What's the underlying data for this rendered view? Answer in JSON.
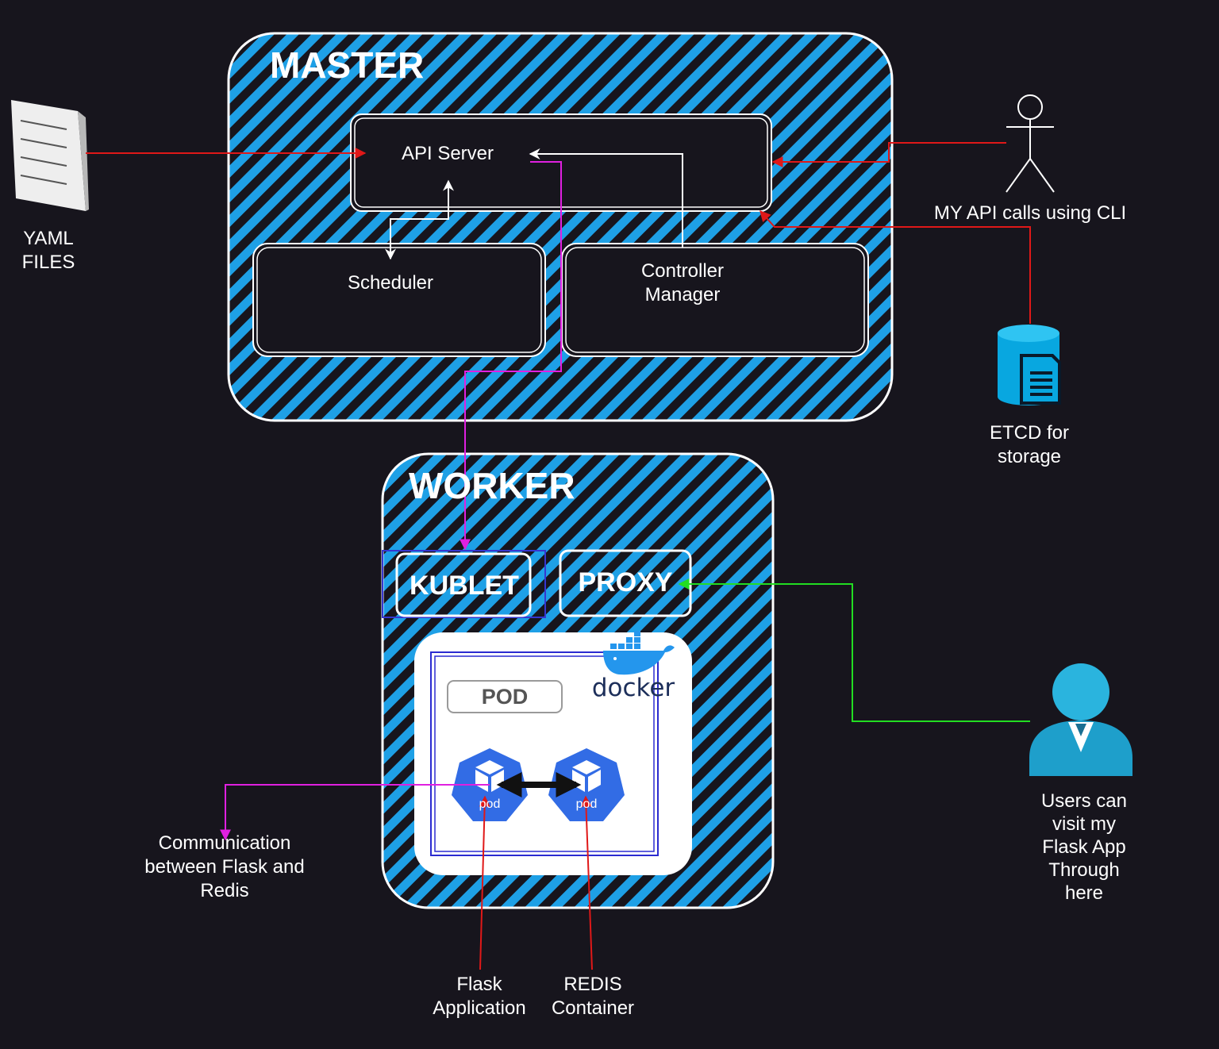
{
  "master": {
    "title": "MASTER",
    "api_server": "API Server",
    "scheduler": "Scheduler",
    "controller_manager": [
      "Controller",
      "Manager"
    ]
  },
  "worker": {
    "title": "WORKER",
    "kublet": "KUBLET",
    "proxy": "PROXY",
    "pod_label": "POD",
    "docker_logo": "docker",
    "pod_icon_text": "pod"
  },
  "external": {
    "yaml": [
      "YAML",
      "FILES"
    ],
    "cli": "MY API calls using CLI",
    "etcd": [
      "ETCD for",
      "storage"
    ],
    "users": [
      "Users can",
      "visit my",
      "Flask App",
      "Through",
      "here"
    ],
    "communication": [
      "Communication",
      "between Flask and",
      "Redis"
    ],
    "flask": [
      "Flask",
      "Application"
    ],
    "redis": [
      "REDIS",
      "Container"
    ]
  },
  "colors": {
    "background": "#17151d",
    "hatch_blue": "#1ea0e6",
    "red_arrow": "#e01818",
    "magenta_arrow": "#e020e0",
    "green_arrow": "#22dd22",
    "k8s_blue": "#326ce5",
    "user_icon": "#2ab4de"
  }
}
